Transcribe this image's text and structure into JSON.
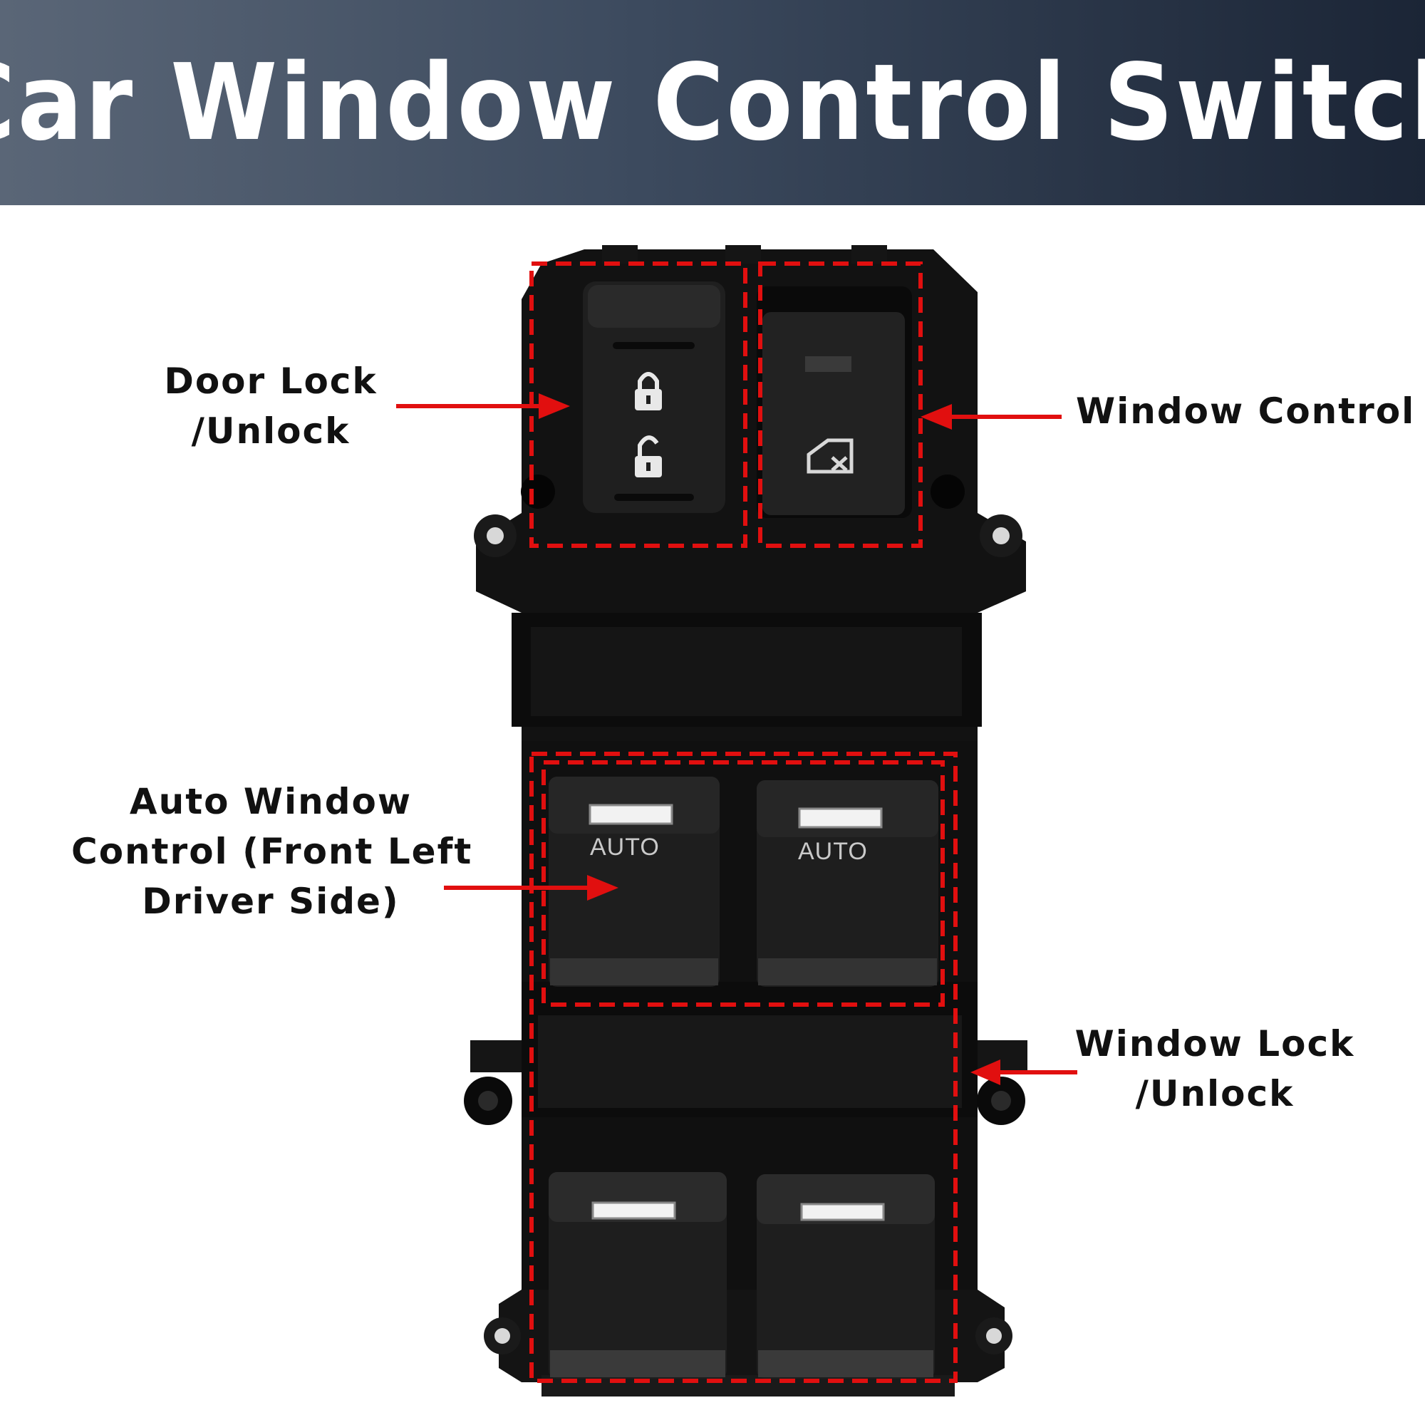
{
  "title": "Car Window Control Switch",
  "labels": {
    "door_lock": [
      "Door Lock",
      "/Unlock"
    ],
    "window_control": [
      "Window Control"
    ],
    "auto_window": [
      "Auto Window",
      "Control (Front Left",
      "Driver Side)"
    ],
    "window_lock": [
      "Window Lock",
      "/Unlock"
    ]
  },
  "buttons": {
    "auto_left": "AUTO",
    "auto_right": "AUTO"
  },
  "colors": {
    "highlight": "#e10f0f",
    "body": "#0e0e0e",
    "button": "#1c1c1c"
  },
  "icons": {
    "lock": "lock-icon",
    "unlock": "unlock-icon",
    "window_lock": "window-lock-icon"
  }
}
